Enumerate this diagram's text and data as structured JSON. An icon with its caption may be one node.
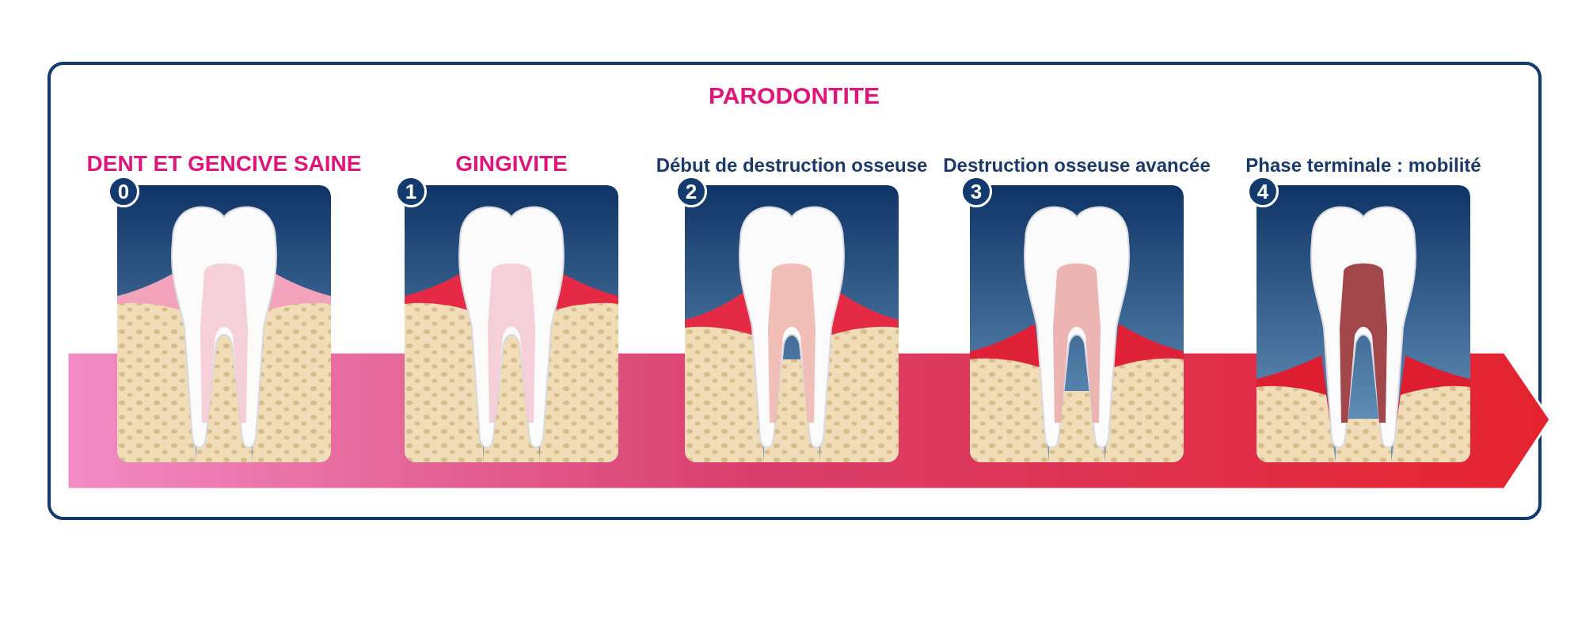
{
  "diagram": {
    "nodes": [
      {
        "text": [
          "DENT ET GENCIVE SAINE",
          "0"
        ]
      },
      {
        "text": [
          "GINGIVITE",
          "1"
        ]
      },
      {
        "text": [
          "Début de destruction osseuse",
          "2"
        ]
      },
      {
        "text": [
          "Destruction osseuse avancée",
          "3"
        ]
      },
      {
        "text": [
          "Phase terminale : mobilité",
          "4"
        ]
      }
    ],
    "edges": [],
    "labels": [
      "PARODONTITE"
    ]
  }
}
